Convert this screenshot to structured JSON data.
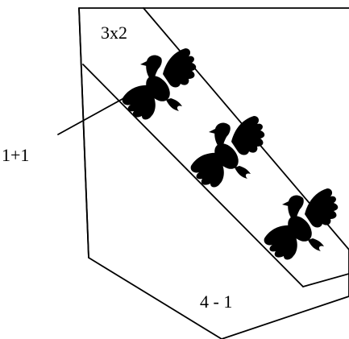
{
  "labels": {
    "top_left": "3x2",
    "left": "1+1",
    "bottom": "4 - 1"
  },
  "colors": {
    "line": "#000000",
    "background": "#ffffff"
  },
  "icons": [
    "bird-icon",
    "bird-icon",
    "bird-icon"
  ]
}
